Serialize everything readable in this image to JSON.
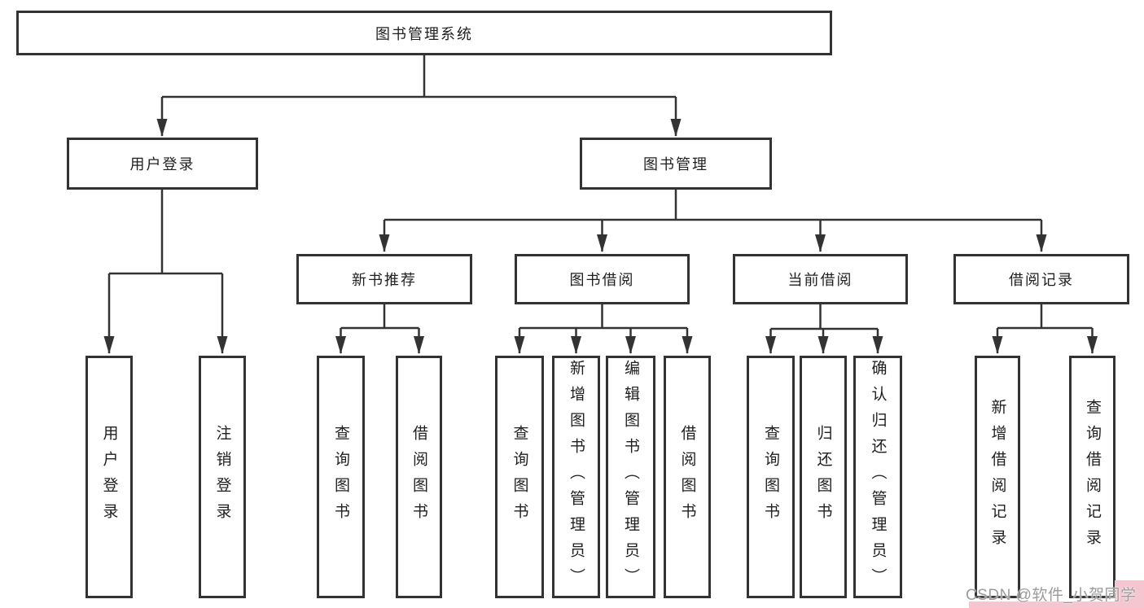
{
  "tree": {
    "root": {
      "label": "图书管理系统"
    },
    "branches": [
      {
        "label": "用户登录",
        "children": [
          {
            "label": "用户登录"
          },
          {
            "label": "注销登录"
          }
        ]
      },
      {
        "label": "图书管理",
        "children": [
          {
            "label": "新书推荐",
            "children": [
              {
                "label": "查询图书"
              },
              {
                "label": "借阅图书"
              }
            ]
          },
          {
            "label": "图书借阅",
            "children": [
              {
                "label": "查询图书"
              },
              {
                "label": "新增图书（管理员）"
              },
              {
                "label": "编辑图书（管理员）"
              },
              {
                "label": "借阅图书"
              }
            ]
          },
          {
            "label": "当前借阅",
            "children": [
              {
                "label": "查询图书"
              },
              {
                "label": "归还图书"
              },
              {
                "label": "确认归还（管理员）"
              }
            ]
          },
          {
            "label": "借阅记录",
            "children": [
              {
                "label": "新增借阅记录"
              },
              {
                "label": "查询借阅记录"
              }
            ]
          }
        ]
      }
    ]
  },
  "watermark": {
    "text": "CSDN @软件_小贺同学"
  },
  "colors": {
    "line": "#333333",
    "box_border": "#333333",
    "text": "#1f1f1f",
    "watermark_text": "#9b9b9b",
    "watermark_highlight": "#f5c6d0",
    "background": "#ffffff"
  }
}
